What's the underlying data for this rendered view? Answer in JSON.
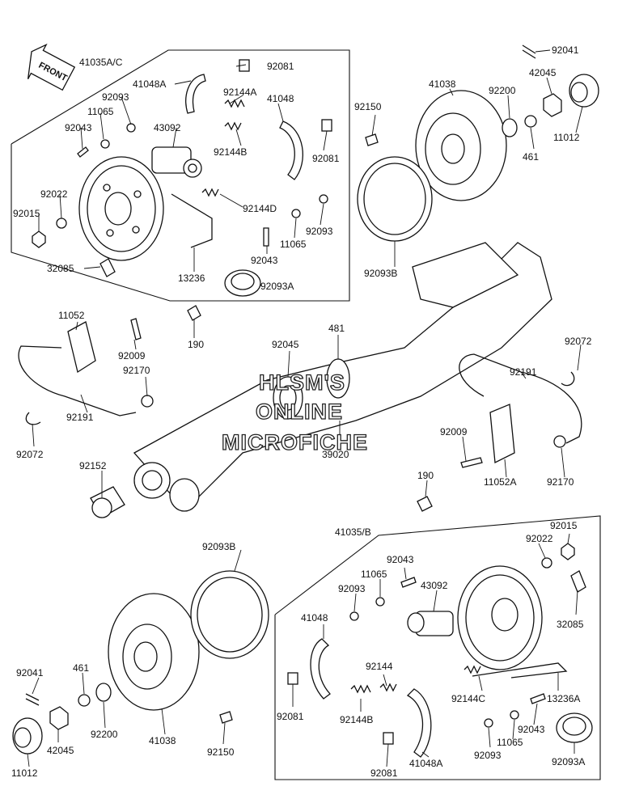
{
  "front_label": "FRONT",
  "watermark": [
    "HLSM'S",
    "ONLINE",
    "MICROFICHE"
  ],
  "labels": [
    {
      "id": "l01",
      "text": "41035A/C"
    },
    {
      "id": "l02",
      "text": "92081"
    },
    {
      "id": "l03",
      "text": "92041"
    },
    {
      "id": "l04",
      "text": "41048A"
    },
    {
      "id": "l05",
      "text": "92144A"
    },
    {
      "id": "l06",
      "text": "41048"
    },
    {
      "id": "l07",
      "text": "41038"
    },
    {
      "id": "l08",
      "text": "42045"
    },
    {
      "id": "l09",
      "text": "92093"
    },
    {
      "id": "l10",
      "text": "11065"
    },
    {
      "id": "l11",
      "text": "92150"
    },
    {
      "id": "l12",
      "text": "92200"
    },
    {
      "id": "l13",
      "text": "92043"
    },
    {
      "id": "l14",
      "text": "43092"
    },
    {
      "id": "l15",
      "text": "92144B"
    },
    {
      "id": "l16",
      "text": "92081"
    },
    {
      "id": "l17",
      "text": "461"
    },
    {
      "id": "l18",
      "text": "11012"
    },
    {
      "id": "l19",
      "text": "92022"
    },
    {
      "id": "l20",
      "text": "92015"
    },
    {
      "id": "l21",
      "text": "92144D"
    },
    {
      "id": "l22",
      "text": "92093"
    },
    {
      "id": "l23",
      "text": "11065"
    },
    {
      "id": "l24",
      "text": "92043"
    },
    {
      "id": "l25",
      "text": "32085"
    },
    {
      "id": "l26",
      "text": "13236"
    },
    {
      "id": "l27",
      "text": "92093B"
    },
    {
      "id": "l28",
      "text": "92093A"
    },
    {
      "id": "l29",
      "text": "11052"
    },
    {
      "id": "l30",
      "text": "481"
    },
    {
      "id": "l31",
      "text": "92045"
    },
    {
      "id": "l32",
      "text": "92072"
    },
    {
      "id": "l33",
      "text": "92009"
    },
    {
      "id": "l34",
      "text": "190"
    },
    {
      "id": "l35",
      "text": "92191"
    },
    {
      "id": "l36",
      "text": "92170"
    },
    {
      "id": "l37",
      "text": "92072"
    },
    {
      "id": "l38",
      "text": "92191"
    },
    {
      "id": "l39",
      "text": "92009"
    },
    {
      "id": "l40",
      "text": "92152"
    },
    {
      "id": "l41",
      "text": "39020"
    },
    {
      "id": "l42",
      "text": "11052A"
    },
    {
      "id": "l43",
      "text": "92170"
    },
    {
      "id": "l44",
      "text": "190"
    },
    {
      "id": "l45",
      "text": "41035/B"
    },
    {
      "id": "l46",
      "text": "92015"
    },
    {
      "id": "l47",
      "text": "92093B"
    },
    {
      "id": "l48",
      "text": "92022"
    },
    {
      "id": "l49",
      "text": "92043"
    },
    {
      "id": "l50",
      "text": "11065"
    },
    {
      "id": "l51",
      "text": "92093"
    },
    {
      "id": "l52",
      "text": "43092"
    },
    {
      "id": "l53",
      "text": "41048"
    },
    {
      "id": "l54",
      "text": "32085"
    },
    {
      "id": "l55",
      "text": "92144"
    },
    {
      "id": "l56",
      "text": "92041"
    },
    {
      "id": "l57",
      "text": "461"
    },
    {
      "id": "l58",
      "text": "92144C"
    },
    {
      "id": "l59",
      "text": "13236A"
    },
    {
      "id": "l60",
      "text": "92081"
    },
    {
      "id": "l61",
      "text": "92144B"
    },
    {
      "id": "l62",
      "text": "92043"
    },
    {
      "id": "l63",
      "text": "42045"
    },
    {
      "id": "l64",
      "text": "92200"
    },
    {
      "id": "l65",
      "text": "41038"
    },
    {
      "id": "l66",
      "text": "92150"
    },
    {
      "id": "l67",
      "text": "11065"
    },
    {
      "id": "l68",
      "text": "11012"
    },
    {
      "id": "l69",
      "text": "92081"
    },
    {
      "id": "l70",
      "text": "41048A"
    },
    {
      "id": "l71",
      "text": "92093"
    },
    {
      "id": "l72",
      "text": "92093A"
    }
  ]
}
